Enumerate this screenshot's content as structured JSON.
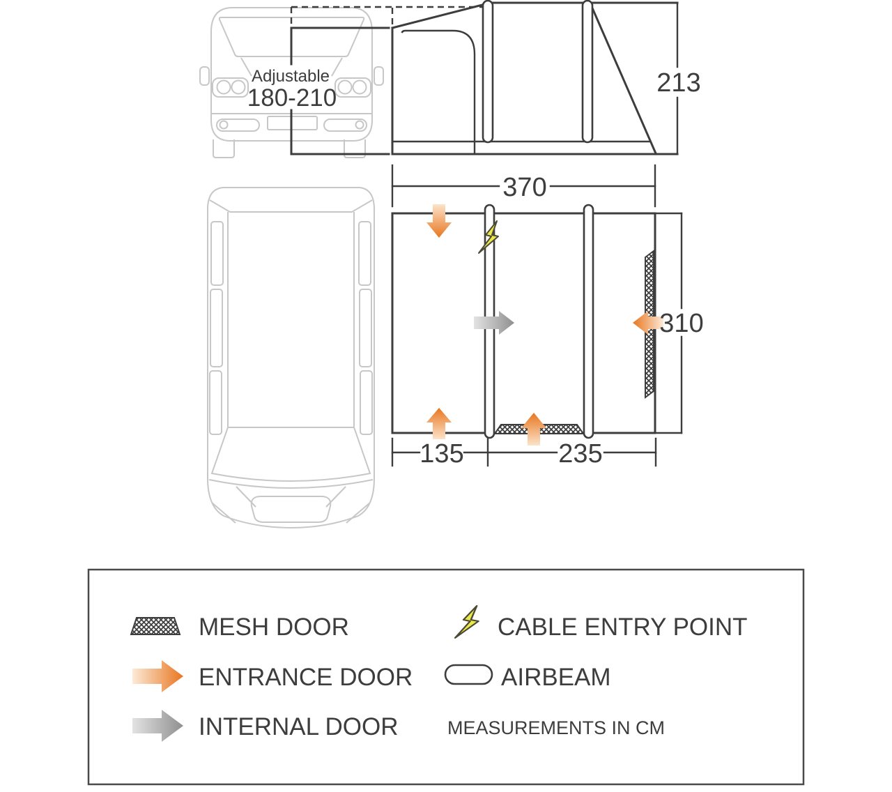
{
  "diagram": {
    "van_front_label": {
      "line1": "Adjustable",
      "line2": "180-210"
    },
    "dimensions": {
      "awning_height_cm": "213",
      "total_width_cm": "370",
      "depth_cm": "310",
      "left_bay_width_cm": "135",
      "main_bay_width_cm": "235"
    }
  },
  "legend": {
    "items": [
      {
        "icon": "mesh-door-icon",
        "label": "MESH DOOR"
      },
      {
        "icon": "entrance-arrow-icon",
        "label": "ENTRANCE DOOR"
      },
      {
        "icon": "internal-arrow-icon",
        "label": "INTERNAL DOOR"
      },
      {
        "icon": "lightning-icon",
        "label": "CABLE ENTRY POINT"
      },
      {
        "icon": "airbeam-pill-icon",
        "label": "AIRBEAM"
      }
    ],
    "note": "MEASUREMENTS IN CM"
  },
  "colors": {
    "line": "#3d3d3d",
    "van_outline": "#c7c7c7",
    "entrance_orange": "#e8761f",
    "internal_gray": "#8f8f8f",
    "cable_yellow": "#ede84a"
  }
}
